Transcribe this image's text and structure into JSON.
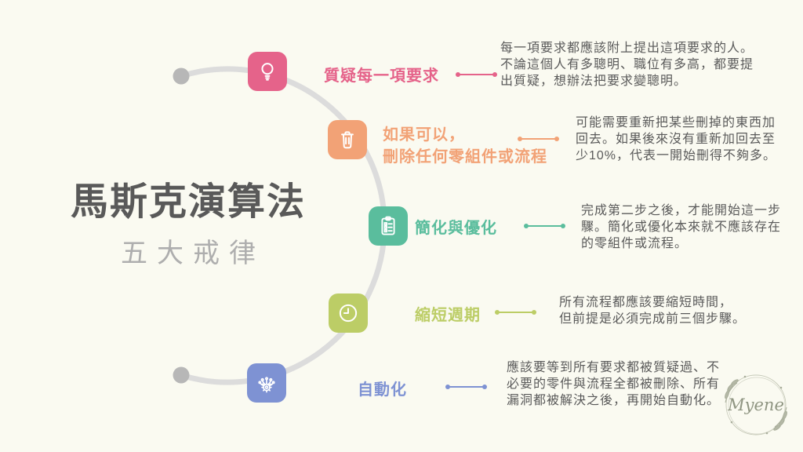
{
  "background": "#fafaf1",
  "title": {
    "main": "馬斯克演算法",
    "subtitle": "五大戒律",
    "main_color": "#595959",
    "subtitle_color": "#aeaeae"
  },
  "colors": {
    "arc": "#dcdcdc",
    "arc_end_dots": "#b7b7b7",
    "description_text": "#5a5a5a"
  },
  "items": [
    {
      "icon": "lightbulb-icon",
      "label": "質疑每一項要求",
      "description": "每一項要求都應該附上提出這項要求的人。\n不論這個人有多聰明、職位有多高，都要提\n出質疑，想辦法把要求變聰明。",
      "color": "#e5638a"
    },
    {
      "icon": "trash-icon",
      "label": "如果可以，\n刪除任何零組件或流程",
      "description": "可能需要重新把某些刪掉的東西加\n回去。如果後來沒有重新加回去至\n少10%，代表一開始刪得不夠多。",
      "color": "#f2a276"
    },
    {
      "icon": "checklist-icon",
      "label": "簡化與優化",
      "description": "完成第二步之後，才能開始這一步\n驟。簡化或優化本來就不應該存在\n的零組件或流程。",
      "color": "#5abd9d"
    },
    {
      "icon": "clock-icon",
      "label": "縮短週期",
      "description": "所有流程都應該要縮短時間，\n但前提是必須完成前三個步驟。",
      "color": "#bccd66"
    },
    {
      "icon": "automation-icon",
      "label": "自動化",
      "description": "應該要等到所有要求都被質疑過、不\n必要的零件與流程全都被刪除、所有\n漏洞都被解決之後，再開始自動化。",
      "color": "#7e92d3"
    }
  ],
  "watermark": {
    "text": "Myene",
    "color": "#8f9582"
  }
}
